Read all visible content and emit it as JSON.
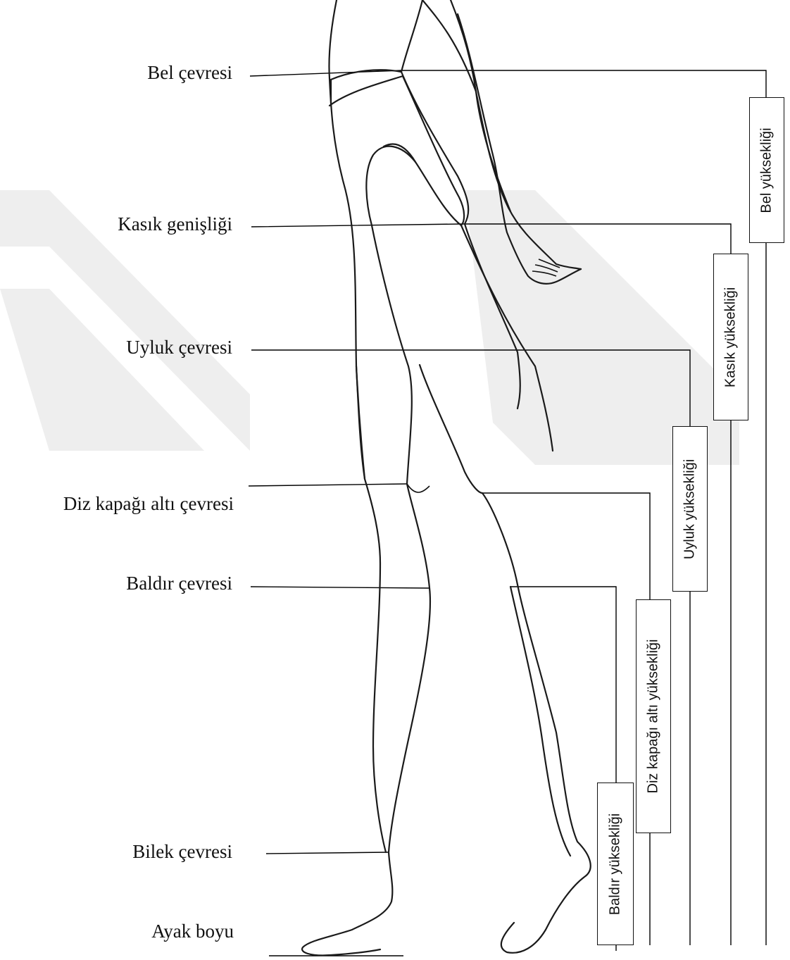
{
  "left_labels": {
    "waist_circumference": "Bel çevresi",
    "crotch_width": "Kasık genişliği",
    "thigh_circumference": "Uyluk çevresi",
    "below_knee_circumference": "Diz kapağı altı çevresi",
    "calf_circumference": "Baldır çevresi",
    "ankle_circumference": "Bilek çevresi",
    "foot_length": "Ayak boyu"
  },
  "height_labels": {
    "waist_height": "Bel yüksekliği",
    "crotch_height": "Kasık yüksekliği",
    "thigh_height": "Uyluk yüksekliği",
    "below_knee_height": "Diz kapağı altı yüksekliği",
    "calf_height": "Baldır yüksekliği"
  }
}
